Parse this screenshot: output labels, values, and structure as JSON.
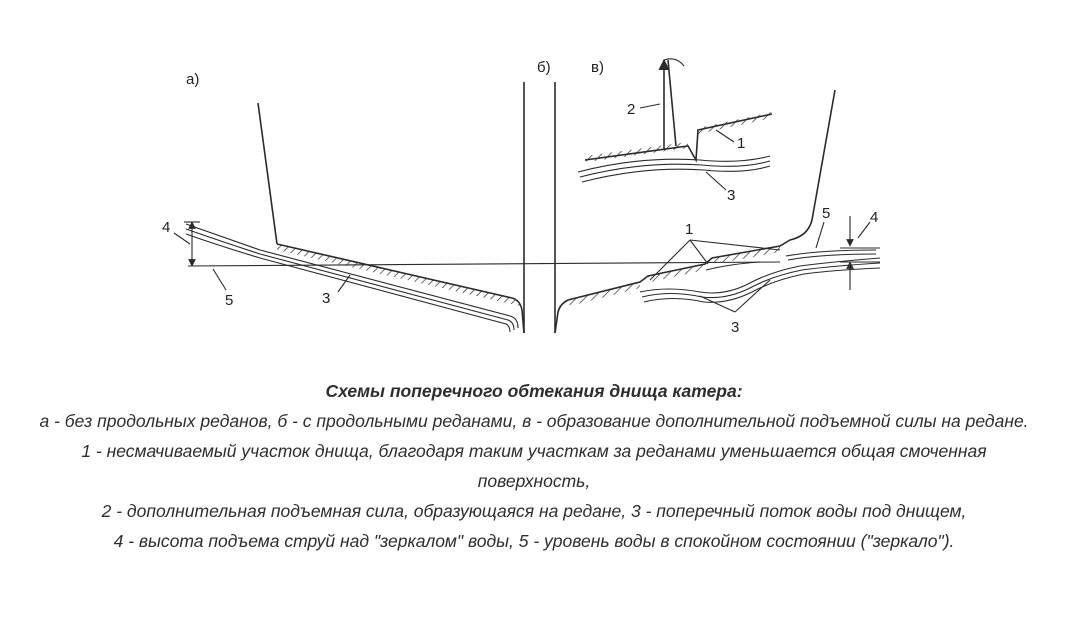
{
  "diagram": {
    "panel_labels": {
      "a": "а)",
      "b": "б)",
      "v": "в)"
    },
    "callouts": {
      "a_4": "4",
      "a_5": "5",
      "a_3": "3",
      "v_2": "2",
      "v_1": "1",
      "v_3": "3",
      "main_1": "1",
      "main_3": "3",
      "main_4": "4",
      "main_5": "5"
    }
  },
  "caption": {
    "title": "Схемы поперечного обтекания днища катера:",
    "line1": "а - без продольных реданов, б - с продольными реданами, в - образование дополнительной подъемной силы на редане.",
    "line2": "1 - несмачиваемый участок днища, благодаря таким участкам за реданами уменьшается общая смоченная поверхность,",
    "line3": "2 - дополнительная подъемная сила, образующаяся на редане, 3 - поперечный поток воды под днищем,",
    "line4": "4 - высота подъема струй над \"зеркалом\" воды, 5 - уровень воды в спокойном состоянии (\"зеркало\")."
  }
}
